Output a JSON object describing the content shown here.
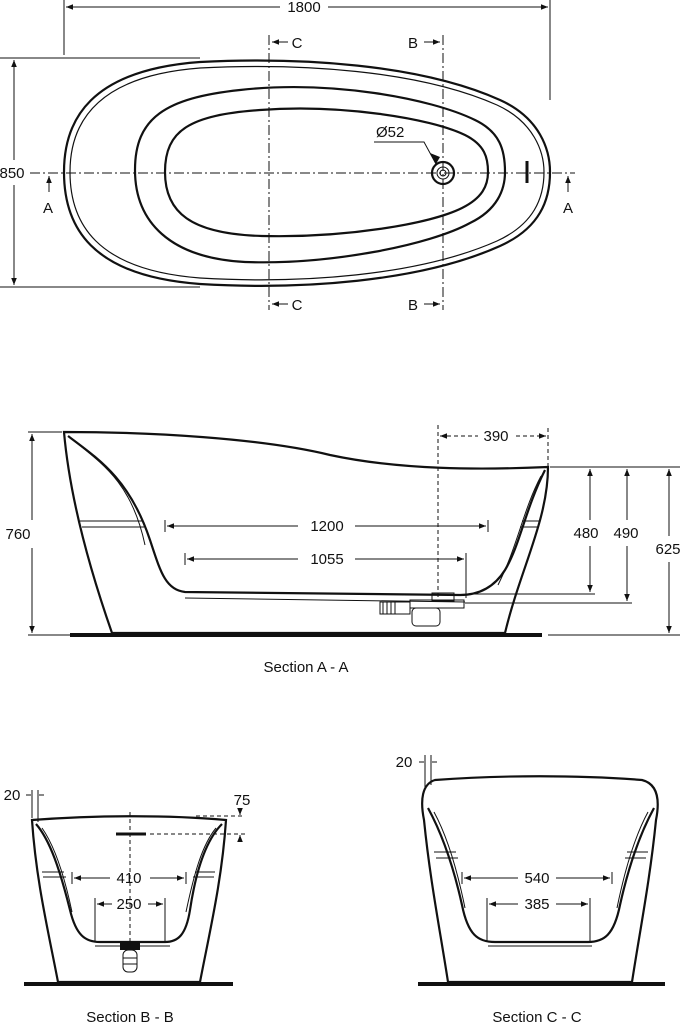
{
  "plan": {
    "width_dim": "1800",
    "height_dim": "850",
    "drain_dim": "Ø52",
    "marker_a": "A",
    "marker_b": "B",
    "marker_c": "C"
  },
  "section_aa": {
    "caption": "Section A - A",
    "height_dim": "760",
    "offset_dim": "390",
    "inner_length_dim": "1200",
    "floor_length_dim": "1055",
    "depth_dim": "480",
    "overflow_dim": "490",
    "rim_dim": "625"
  },
  "section_bb": {
    "caption": "Section B - B",
    "wall_dim": "20",
    "rim_dim": "75",
    "inner_width_dim": "410",
    "floor_width_dim": "250"
  },
  "section_cc": {
    "caption": "Section C - C",
    "wall_dim": "20",
    "inner_width_dim": "540",
    "floor_width_dim": "385"
  }
}
